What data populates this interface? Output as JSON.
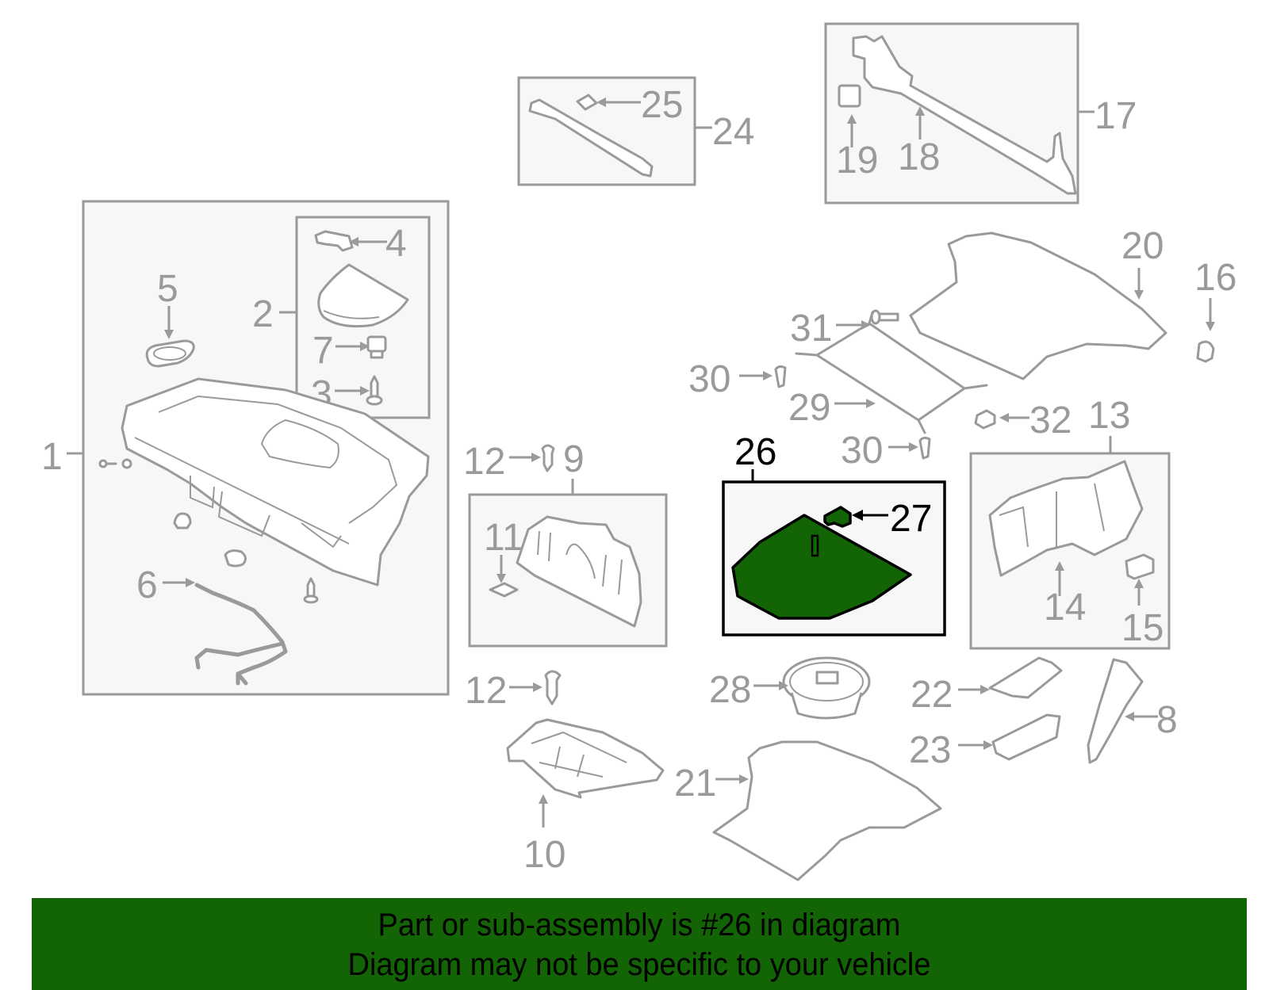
{
  "diagram": {
    "highlighted_part": "26",
    "colors": {
      "highlight_fill": "#126405",
      "line_gray": "#9a9a9a",
      "box_fill": "#f7f7f7",
      "highlight_outline": "#000000",
      "banner_bg": "#126405"
    },
    "callouts": {
      "c1": "1",
      "c2": "2",
      "c3": "3",
      "c4": "4",
      "c5": "5",
      "c6": "6",
      "c7": "7",
      "c8": "8",
      "c9": "9",
      "c10": "10",
      "c11": "11",
      "c12a": "12",
      "c12b": "12",
      "c13": "13",
      "c14": "14",
      "c15": "15",
      "c16": "16",
      "c17": "17",
      "c18": "18",
      "c19": "19",
      "c20": "20",
      "c21": "21",
      "c22": "22",
      "c23": "23",
      "c24": "24",
      "c25": "25",
      "c26": "26",
      "c27": "27",
      "c28": "28",
      "c29": "29",
      "c30a": "30",
      "c30b": "30",
      "c31": "31",
      "c32": "32"
    }
  },
  "banner": {
    "line1": "Part or sub-assembly is #26 in diagram",
    "line2": "Diagram may not be specific to your vehicle"
  }
}
